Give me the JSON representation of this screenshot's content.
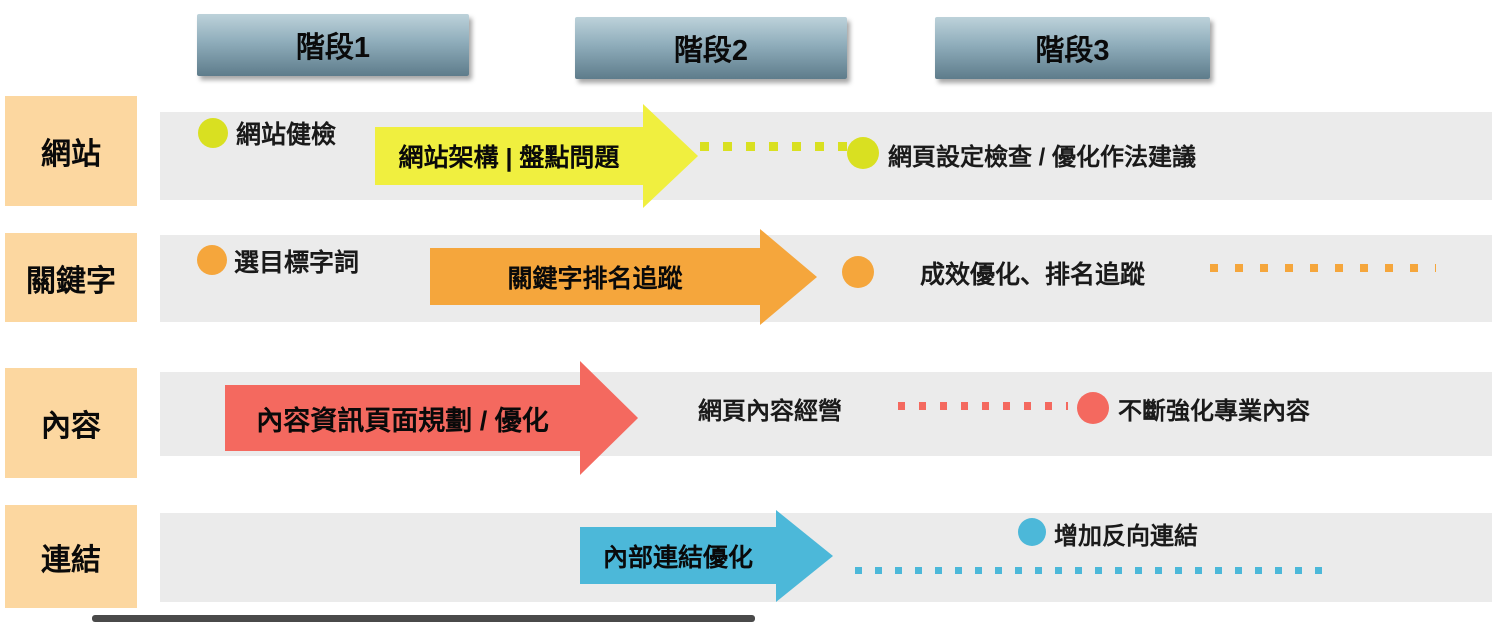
{
  "phases": [
    {
      "label": "階段1"
    },
    {
      "label": "階段2"
    },
    {
      "label": "階段3"
    }
  ],
  "rows": {
    "website": {
      "label": "網站",
      "color": "#d9e021",
      "arrow_color": "#f0ef3f",
      "step1": "網站健檢",
      "arrow_label": "網站架構 | 盤點問題",
      "step2": "網頁設定檢查 / 優化作法建議"
    },
    "keyword": {
      "label": "關鍵字",
      "color": "#f5a63c",
      "step1": "選目標字詞",
      "arrow_label": "關鍵字排名追蹤",
      "step2": "成效優化、排名追蹤"
    },
    "content": {
      "label": "內容",
      "color": "#f4695f",
      "arrow_label": "內容資訊頁面規劃 / 優化",
      "mid_text": "網頁內容經營",
      "step2": "不斷強化專業內容"
    },
    "link": {
      "label": "連結",
      "color": "#4cb8d9",
      "arrow_label": "內部連結優化",
      "step2": "增加反向連結"
    }
  },
  "colors": {
    "phase_header_top": "#bdd2da",
    "phase_header_bottom": "#5e7c8b",
    "row_label_bg": "#fcd7a0",
    "band_bg": "#ebebeb"
  }
}
